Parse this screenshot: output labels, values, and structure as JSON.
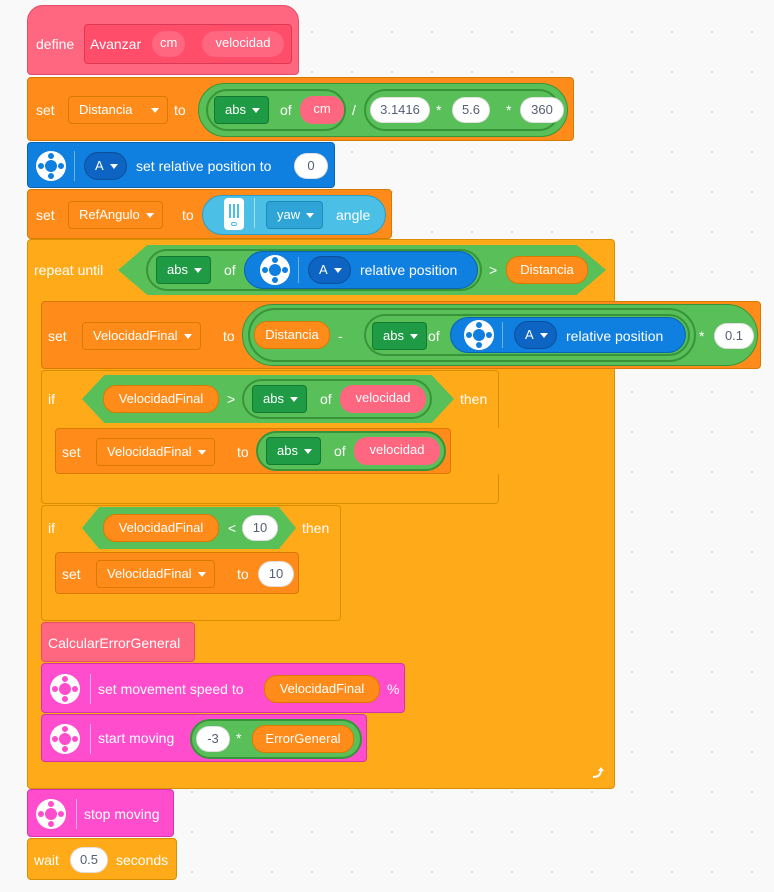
{
  "define": {
    "label": "define",
    "name": "Avanzar",
    "param1": "cm",
    "param2": "velocidad"
  },
  "set_distancia": {
    "set": "set",
    "var": "Distancia",
    "to": "to",
    "abs": "abs",
    "of": "of",
    "cm": "cm",
    "div": "/",
    "pi": "3.1416",
    "mul1": "*",
    "wheel": "5.6",
    "mul2": "*",
    "deg": "360"
  },
  "motor_pos": {
    "motor": "A",
    "label": "set relative position to",
    "value": "0"
  },
  "set_refangulo": {
    "set": "set",
    "var": "RefAngulo",
    "to": "to",
    "axis": "yaw",
    "angle": "angle"
  },
  "repeat": {
    "label": "repeat until",
    "abs": "abs",
    "of": "of",
    "motor": "A",
    "relpos": "relative position",
    "gt": ">",
    "var": "Distancia"
  },
  "set_velfinal": {
    "set": "set",
    "var": "VelocidadFinal",
    "to": "to",
    "dist": "Distancia",
    "minus": "-",
    "abs": "abs",
    "of": "of",
    "motor": "A",
    "relpos": "relative position",
    "mul": "*",
    "factor": "0.1"
  },
  "if1": {
    "if": "if",
    "var": "VelocidadFinal",
    "gt": ">",
    "abs": "abs",
    "of": "of",
    "param": "velocidad",
    "then": "then"
  },
  "if1_set": {
    "set": "set",
    "var": "VelocidadFinal",
    "to": "to",
    "abs": "abs",
    "of": "of",
    "param": "velocidad"
  },
  "if2": {
    "if": "if",
    "var": "VelocidadFinal",
    "lt": "<",
    "value": "10",
    "then": "then"
  },
  "if2_set": {
    "set": "set",
    "var": "VelocidadFinal",
    "to": "to",
    "value": "10"
  },
  "custom": {
    "label": "CalcularErrorGeneral"
  },
  "speed": {
    "label": "set movement speed to",
    "var": "VelocidadFinal",
    "pct": "%"
  },
  "start": {
    "label": "start moving",
    "value": "-3",
    "mul": "*",
    "var": "ErrorGeneral"
  },
  "stop": {
    "label": "stop moving"
  },
  "wait": {
    "label": "wait",
    "value": "0.5",
    "unit": "seconds"
  },
  "colors": {
    "define": "#ff6680",
    "variables": "#ff8c1a",
    "operators": "#59c059",
    "motors": "#0fbd8c",
    "control": "#ffab19",
    "movement": "#ff4dce",
    "sensors": "#4cbfe6"
  }
}
